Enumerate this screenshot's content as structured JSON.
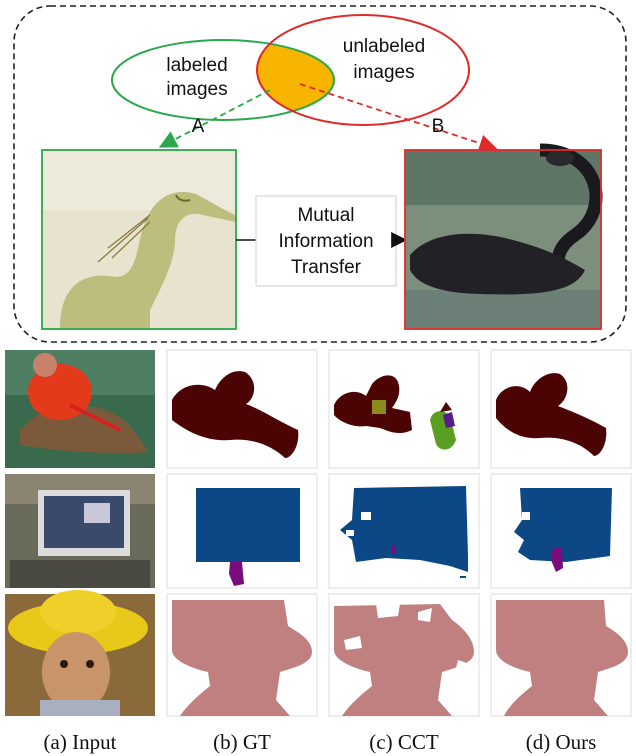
{
  "venn": {
    "labeled": [
      "labeled",
      "images"
    ],
    "unlabeled": [
      "unlabeled",
      "images"
    ],
    "arrow_a": "A",
    "arrow_b": "B",
    "colors": {
      "labeled": "#2aa84a",
      "unlabeled": "#e02b2b",
      "overlap": "#f7b500"
    }
  },
  "transfer_box": [
    "Mutual",
    "Information",
    "Transfer"
  ],
  "rows": [
    {
      "input": "person with red yarn on cat",
      "mask_color": "#4b0303"
    },
    {
      "input": "computer monitor on desk",
      "mask_color": "#0c4786"
    },
    {
      "input": "child in yellow hat",
      "mask_color": "#c18080"
    }
  ],
  "extra_colors": {
    "monitor_part": "#7b0c7b",
    "cct_green": "#5a9e22",
    "cct_olive": "#8b8b1c",
    "cct_purple": "#5b1a8c"
  },
  "captions": [
    "(a) Input",
    "(b) GT",
    "(c) CCT",
    "(d) Ours"
  ]
}
